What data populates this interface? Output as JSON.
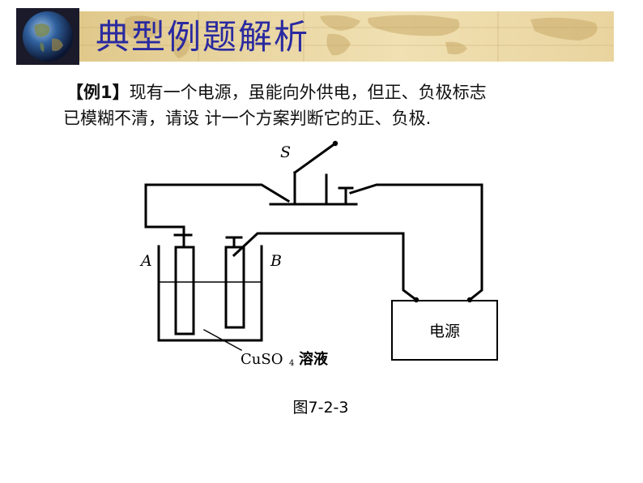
{
  "header": {
    "title": "典型例题解析"
  },
  "problem": {
    "label": "【例1】",
    "line1": "现有一个电源，虽能向外供电，但正、负极标志",
    "line2": "已模糊不清，请设 计一个方案判断它的正、负极."
  },
  "figure": {
    "switch_label": "S",
    "electrode_a": "A",
    "electrode_b": "B",
    "solution_formula": "CuSO",
    "solution_subscript": "4",
    "solution_text": "溶液",
    "power_label": "电源",
    "caption": "图7-2-3"
  },
  "colors": {
    "title": "#2a2aa0",
    "banner": "#e6cf96",
    "line": "#000000"
  }
}
